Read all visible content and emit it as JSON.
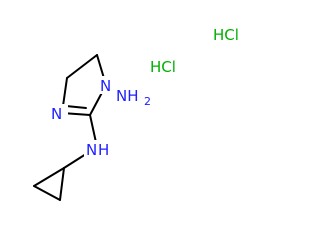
{
  "molecule": {
    "atoms": {
      "n_ring_top": "N",
      "n_amino": "NH",
      "amino_sub": "2",
      "n_imine": "N",
      "n_cyclopropyl": "N",
      "n_cyclopropyl_h": "H"
    },
    "salts": [
      {
        "label": "HCl"
      },
      {
        "label": "HCl"
      }
    ]
  },
  "colors": {
    "bond": "#000000",
    "nitrogen": "#2020ff",
    "chlorine": "#00b000",
    "hydrogen_label": "#2020ff"
  }
}
